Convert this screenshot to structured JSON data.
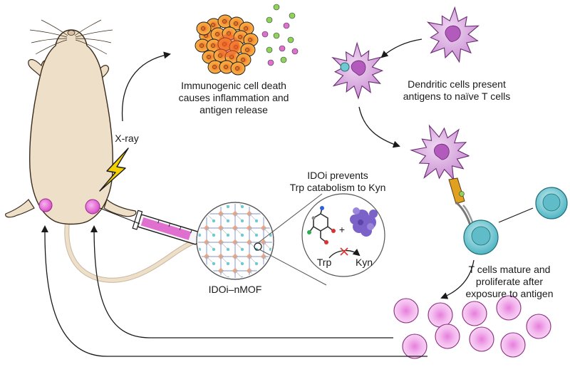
{
  "diagram": {
    "labels": {
      "icd": [
        "Immunogenic cell death",
        "causes inflammation and",
        "antigen release"
      ],
      "dc": [
        "Dendritic cells present",
        "antigens to naïve T cells"
      ],
      "xray": "X-ray",
      "idoi": [
        "IDOi prevents",
        "Trp catabolism to Kyn"
      ],
      "nmof": "IDOi–nMOF",
      "plus": "+",
      "trp": "Trp",
      "kyn": "Kyn",
      "tcell": [
        "T cells mature and",
        "proliferate after",
        "exposure to antigen"
      ]
    },
    "colors": {
      "mouse_body": "#eedfc8",
      "tumor": "#d94fc8",
      "dendritic_cell": "#d9a8e0",
      "t_cell": "#6fc9d3",
      "dying_cell": "#f7a23c",
      "effector_cell": "#f2b8ec",
      "lightning": "#f4d000",
      "syringe_liquid": "#e070d0",
      "inhibition_x": "#e03030",
      "protein": "#7a62c8"
    }
  }
}
